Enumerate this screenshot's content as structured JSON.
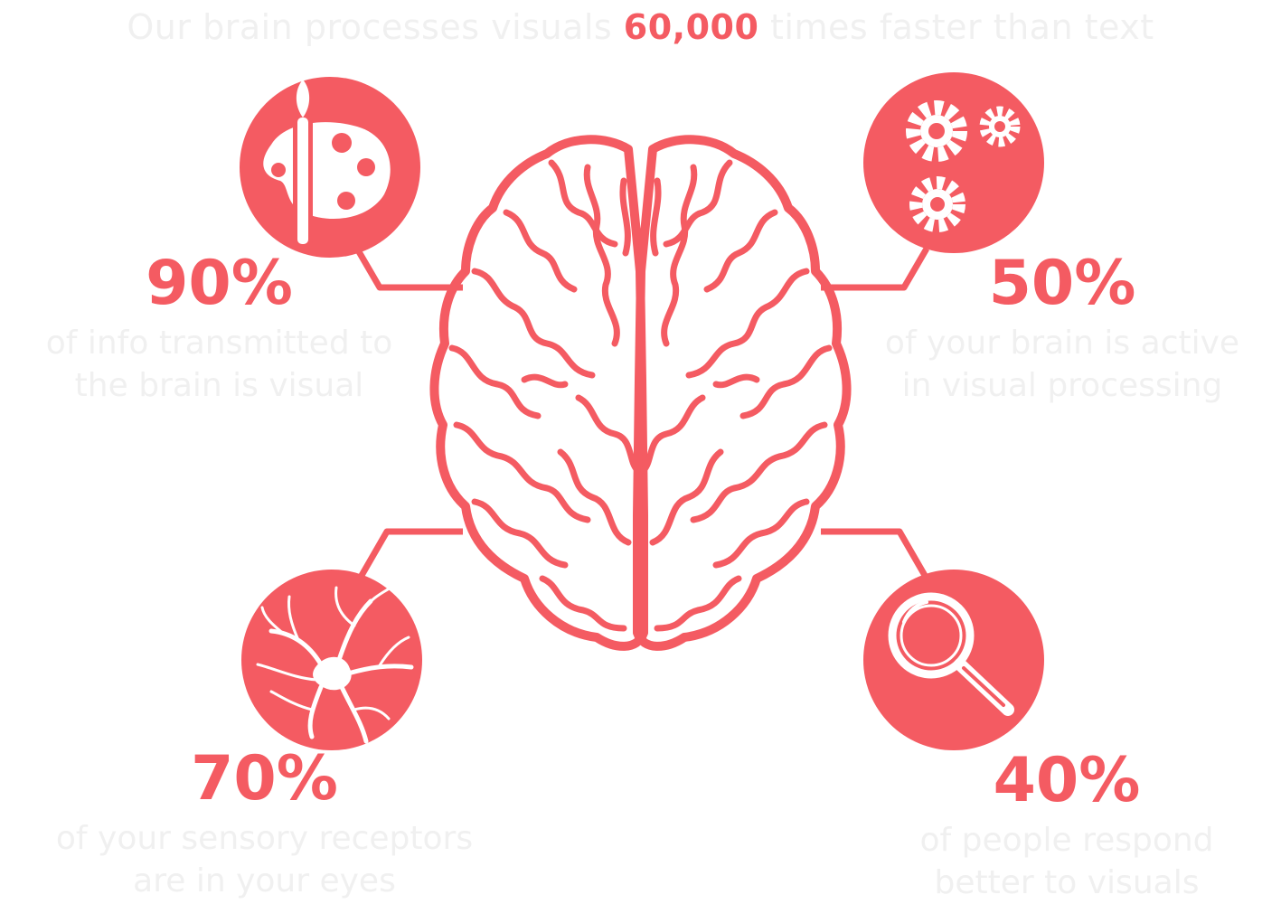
{
  "headline": {
    "before": "Our brain processes visuals",
    "highlight": "60,000",
    "after": "times faster than text"
  },
  "stats": {
    "top_left": {
      "percent": "90%",
      "line1": "of info transmitted to",
      "line2": "the brain is visual",
      "icon": "paint-palette-icon"
    },
    "top_right": {
      "percent": "50%",
      "line1": "of your brain is active",
      "line2": "in visual processing",
      "icon": "gears-icon"
    },
    "bottom_left": {
      "percent": "70%",
      "line1": "of your sensory receptors",
      "line2": "are in your eyes",
      "icon": "neuron-icon"
    },
    "bottom_right": {
      "percent": "40%",
      "line1": "of people respond",
      "line2": "better to visuals",
      "icon": "magnifier-icon"
    }
  },
  "colors": {
    "accent": "#f45b62",
    "muted_text": "#f0f0f0",
    "background": "#ffffff"
  }
}
